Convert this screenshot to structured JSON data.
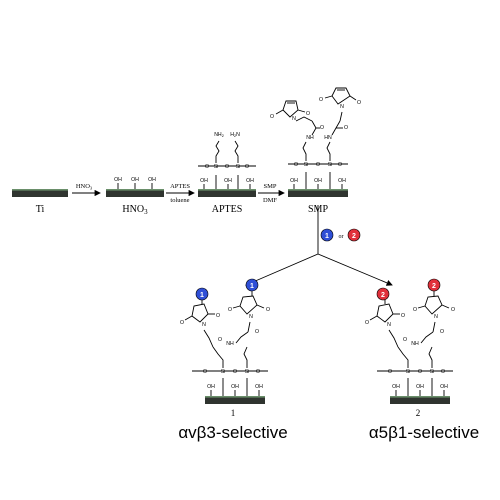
{
  "stages": {
    "ti": "Ti",
    "hno3": "HNO",
    "hno3_sub": "3",
    "aptes": "APTES",
    "smp": "SMP"
  },
  "reagents": {
    "step1": "HNO",
    "step1_sub": "3",
    "step2_top": "APTES",
    "step2_bottom": "toluene",
    "step3_top": "SMP",
    "step3_bottom": "DMF"
  },
  "ligands": {
    "one": "1",
    "two": "2",
    "or": "or",
    "color_one": "#2f4fd6",
    "color_two": "#e0303a"
  },
  "products": {
    "one_number": "1",
    "two_number": "2",
    "one_label": "αvβ3-selective",
    "two_label": "α5β1-selective"
  },
  "atoms": {
    "oh": "OH",
    "o": "O",
    "si": "Si",
    "nh": "NH",
    "hn": "HN",
    "n": "N",
    "nh2": "NH",
    "h2n": "H",
    "two_sub": "2"
  }
}
